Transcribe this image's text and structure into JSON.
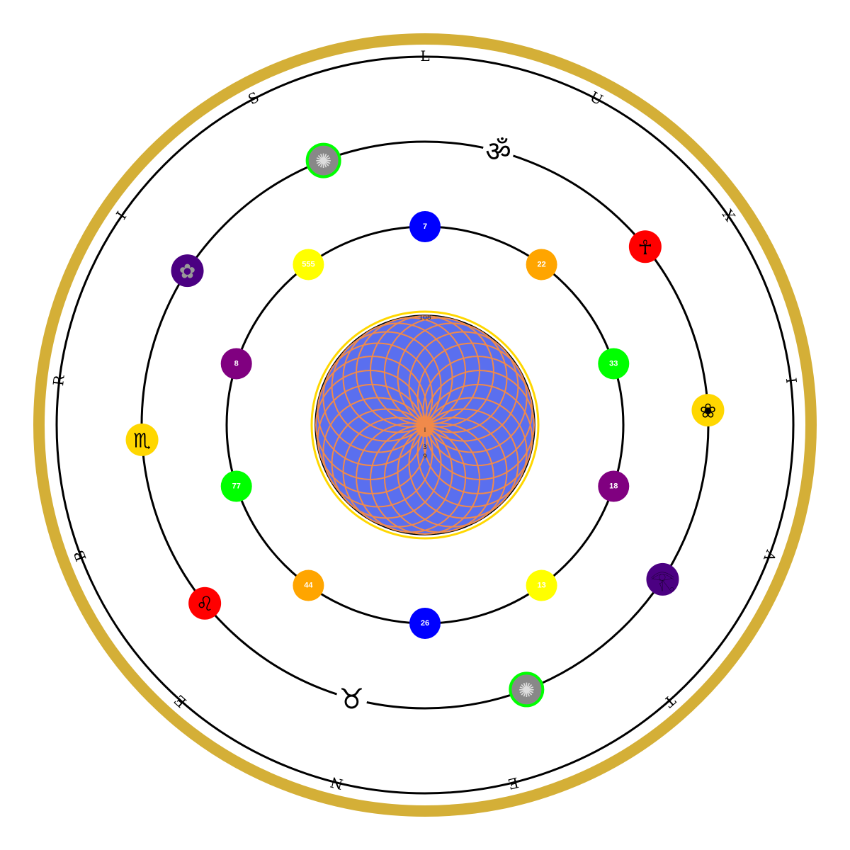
{
  "outer_ring": {
    "letters": [
      "L",
      "U",
      "X",
      "I",
      "A",
      "T",
      "E",
      "N",
      "E",
      "B",
      "R",
      "I",
      "S"
    ],
    "frame_color": "#D4AF37"
  },
  "symbol_ring": {
    "items": [
      {
        "name": "om-symbol",
        "glyph": "ॐ",
        "bg": "",
        "fg": "#000000"
      },
      {
        "name": "ankh-symbol",
        "glyph": "☥",
        "bg": "#FF0000",
        "fg": "#000000"
      },
      {
        "name": "lotus-symbol",
        "glyph": "❀",
        "bg": "#FFD700",
        "fg": "#000000"
      },
      {
        "name": "eye-of-horus-symbol",
        "glyph": "𓂀",
        "bg": "#4B0082",
        "fg": "#1a0030"
      },
      {
        "name": "sri-yantra-symbol",
        "glyph": "✺",
        "bg": "#888888",
        "fg": "#dddddd",
        "border": "#00FF00"
      },
      {
        "name": "taurus-symbol",
        "glyph": "♉",
        "bg": "",
        "fg": "#000000"
      },
      {
        "name": "leo-symbol",
        "glyph": "♌",
        "bg": "#FF0000",
        "fg": "#000000"
      },
      {
        "name": "scorpio-symbol",
        "glyph": "♏",
        "bg": "#FFD700",
        "fg": "#000000"
      },
      {
        "name": "mandala-symbol",
        "glyph": "✿",
        "bg": "#4B0082",
        "fg": "#999999"
      },
      {
        "name": "chakra-symbol",
        "glyph": "✺",
        "bg": "#888888",
        "fg": "#dddddd",
        "border": "#00FF00"
      }
    ]
  },
  "number_ring": {
    "items": [
      {
        "label": "7",
        "color": "#0000FF"
      },
      {
        "label": "22",
        "color": "#FFA500"
      },
      {
        "label": "33",
        "color": "#00FF00"
      },
      {
        "label": "18",
        "color": "#800080"
      },
      {
        "label": "13",
        "color": "#FFFF00"
      },
      {
        "label": "26",
        "color": "#0000FF"
      },
      {
        "label": "44",
        "color": "#FFA500"
      },
      {
        "label": "77",
        "color": "#00FF00"
      },
      {
        "label": "8",
        "color": "#800080"
      },
      {
        "label": "555",
        "color": "#FFFF00"
      }
    ]
  },
  "center": {
    "top_label": "108",
    "center_label": "I",
    "sub_label_1": "3",
    "sub_label_2": "9",
    "fill_color": "#5A6FEF",
    "pattern_color": "#F08A4B",
    "halo_color": "#FFD700"
  }
}
